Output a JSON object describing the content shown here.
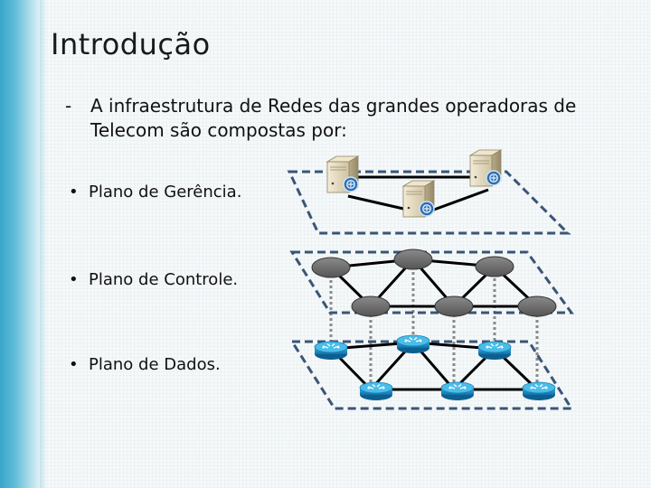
{
  "slide": {
    "title": "Introdução",
    "intro_marker": "-",
    "intro_text": "A infraestrutura de Redes das grandes operadoras de Telecom são compostas por:",
    "bullets": [
      {
        "marker": "•",
        "prefix": "Plano de ",
        "term": "Gerência",
        "suffix": "."
      },
      {
        "marker": "•",
        "prefix": "Plano de ",
        "term": "Controle",
        "suffix": "."
      },
      {
        "marker": "•",
        "prefix": "Plano de ",
        "term": "Dados",
        "suffix": "."
      }
    ]
  },
  "colors": {
    "accent_bar": "#3aa6c9",
    "plane_border": "#3a5576",
    "controller_node": "#777777",
    "router_node": "#1a95cf",
    "server_body": "#e6dcc3"
  },
  "icons": [
    "server-icon",
    "controller-node",
    "router-icon"
  ]
}
